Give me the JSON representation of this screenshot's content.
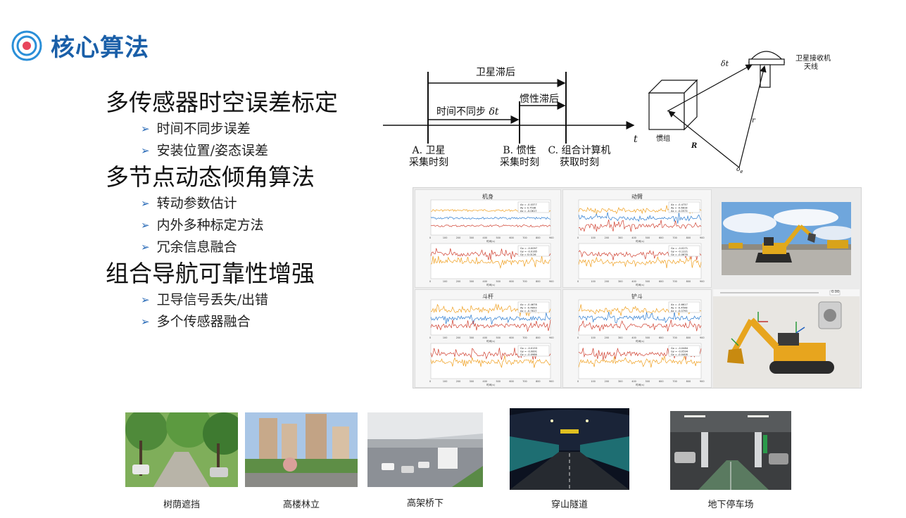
{
  "page": {
    "title": "核心算法"
  },
  "outline": [
    {
      "heading": "多传感器时空误差标定",
      "items": [
        "时间不同步误差",
        "安装位置/姿态误差"
      ]
    },
    {
      "heading": "多节点动态倾角算法",
      "items": [
        "转动参数估计",
        "内外多种标定方法",
        "冗余信息融合"
      ]
    },
    {
      "heading": "组合导航可靠性增强",
      "items": [
        "卫导信号丢失/出错",
        "多个传感器融合"
      ]
    }
  ],
  "timing_diagram": {
    "satellite_lag": "卫星滞后",
    "async_label": "时间不同步",
    "delta": "δt",
    "inertial_lag": "惯性滞后",
    "axis": "t",
    "points": [
      {
        "line1": "A. 卫星",
        "line2": "采集时刻"
      },
      {
        "line1": "B. 惯性",
        "line2": "采集时刻"
      },
      {
        "line1": "C. 组合计算机",
        "line2": "获取时刻"
      }
    ]
  },
  "antenna_diagram": {
    "antenna_label_1": "卫星接收机",
    "antenna_label_2": "天线",
    "imu_label": "惯组",
    "delta": "δt",
    "r_small": "r",
    "r_big": "R",
    "origin": "o",
    "origin_sub": "e"
  },
  "panel": {
    "cells": [
      {
        "title": "机身",
        "legend_top": [
          "Ax = -0.0377",
          "Ay = 0.7538",
          "Az = -0.0617"
        ],
        "legend_bottom": [
          "Gx = -0.0097",
          "Gy = -0.0165",
          "Gz = 0.0126"
        ],
        "xlabel": "时间(s)"
      },
      {
        "title": "动臂",
        "legend_top": [
          "Ax = -0.4737",
          "Ay = -0.6818",
          "Az = -0.0573"
        ],
        "legend_bottom": [
          "Gx = -0.0271",
          "Gy = -0.1221",
          "Gz = -0.0678"
        ],
        "xlabel": "时间(s)"
      },
      {
        "title": "斗杆",
        "legend_top": [
          "Ax = -0.4678",
          "Ay = -0.4893",
          "Az = -0.7617"
        ],
        "legend_bottom": [
          "Gx = -0.0153",
          "Gy = -0.0891",
          "Gz = -0.0986"
        ],
        "xlabel": "时间(s)"
      },
      {
        "title": "铲斗",
        "legend_top": [
          "Ax = -0.6617",
          "Ay = -0.4508",
          "Az = -0.0793"
        ],
        "legend_bottom": [
          "Gx = -0.0484",
          "Gy = -0.0594",
          "Gz = -0.0408"
        ],
        "xlabel": "时间(s)"
      }
    ],
    "model_toolbar_value": "0.00",
    "x_ticks": [
      "0",
      "100",
      "200",
      "300",
      "400",
      "500",
      "600",
      "700",
      "800",
      "900"
    ]
  },
  "scenes": [
    {
      "label": "树荫遮挡"
    },
    {
      "label": "高楼林立"
    },
    {
      "label": "高架桥下"
    },
    {
      "label": "穿山隧道"
    },
    {
      "label": "地下停车场"
    }
  ],
  "colors": {
    "title_blue": "#1a5fa8",
    "arrow_blue": "#2b6cb8",
    "series_orange": "#f0a020",
    "series_blue": "#2a7bd0",
    "series_red": "#d04030"
  }
}
